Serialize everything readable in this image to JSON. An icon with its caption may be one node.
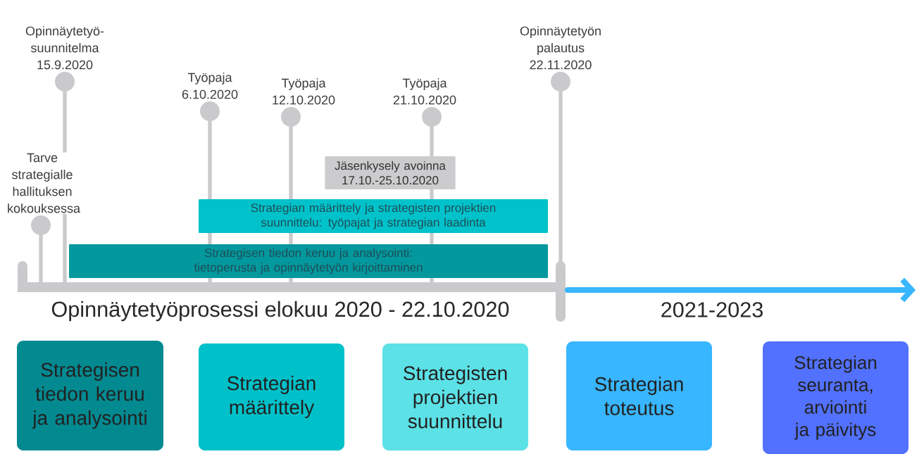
{
  "diagram": {
    "nodes": [
      {
        "text": [
          "Jäsenkysely avoinna 17.10.-25.10.2020"
        ]
      },
      {
        "text": [
          "Strategian määrittely ja strategisten projektien suunnittelu: työpajat ja strategian laadinta"
        ]
      },
      {
        "text": [
          "Strategisen tiedon keruu ja analysointi: tietoperusta ja opinnäytetyön kirjoittaminen"
        ]
      },
      {
        "text": [
          "Strategisen tiedon keruu ja analysointi"
        ]
      },
      {
        "text": [
          "Strategian määrittely"
        ]
      },
      {
        "text": [
          "Strategisten projektien suunnittelu"
        ]
      },
      {
        "text": [
          "Strategian toteutus"
        ]
      },
      {
        "text": [
          "Strategian seuranta, arviointi ja päivitys"
        ]
      }
    ],
    "labels": [
      "Opinnäytetyö-suunnitelma 15.9.2020",
      "Opinnäytetyön palautus 22.11.2020",
      "Työpaja 6.10.2020",
      "Työpaja 12.10.2020",
      "Työpaja 21.10.2020",
      "Tarve strategialle hallituksen kokouksessa",
      "Opinnäytetyöprosessi elokuu 2020 - 22.10.2020",
      "2021-2023"
    ]
  }
}
